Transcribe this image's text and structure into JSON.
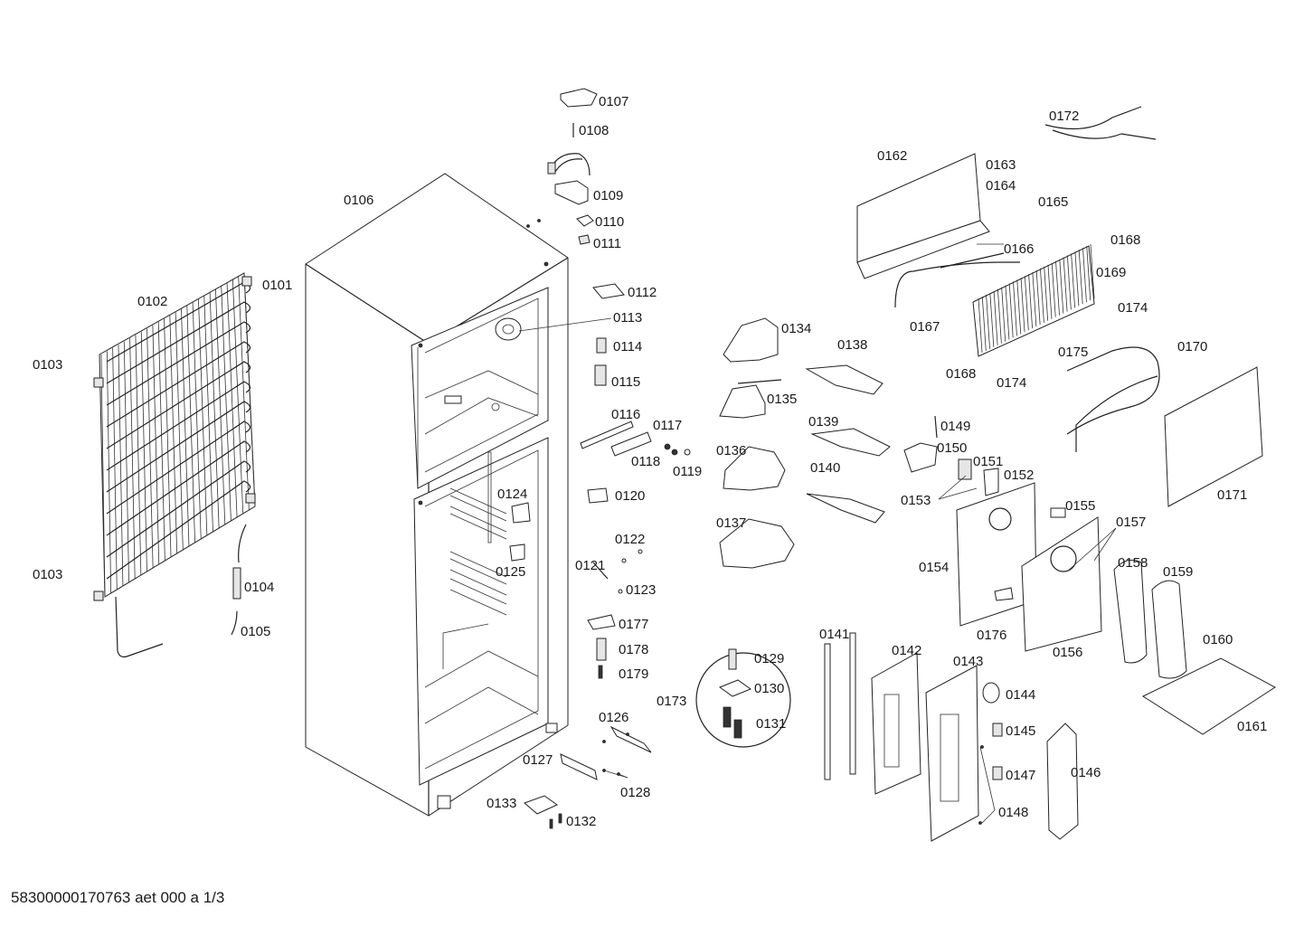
{
  "footer": {
    "document_id": "58300000170763 aet 000 a 1/3"
  },
  "labels": {
    "p0101": "0101",
    "p0102": "0102",
    "p0103a": "0103",
    "p0103b": "0103",
    "p0104": "0104",
    "p0105": "0105",
    "p0106": "0106",
    "p0107": "0107",
    "p0108": "0108",
    "p0109": "0109",
    "p0110": "0110",
    "p0111": "0111",
    "p0112": "0112",
    "p0113": "0113",
    "p0114": "0114",
    "p0115": "0115",
    "p0116": "0116",
    "p0117": "0117",
    "p0118": "0118",
    "p0119": "0119",
    "p0120": "0120",
    "p0121": "0121",
    "p0122": "0122",
    "p0123": "0123",
    "p0124": "0124",
    "p0125": "0125",
    "p0126": "0126",
    "p0127": "0127",
    "p0128": "0128",
    "p0129": "0129",
    "p0130": "0130",
    "p0131": "0131",
    "p0132": "0132",
    "p0133": "0133",
    "p0134": "0134",
    "p0135": "0135",
    "p0136": "0136",
    "p0137": "0137",
    "p0138": "0138",
    "p0139": "0139",
    "p0140": "0140",
    "p0141": "0141",
    "p0142": "0142",
    "p0143": "0143",
    "p0144": "0144",
    "p0145": "0145",
    "p0146": "0146",
    "p0147": "0147",
    "p0148": "0148",
    "p0149": "0149",
    "p0150": "0150",
    "p0151": "0151",
    "p0152": "0152",
    "p0153": "0153",
    "p0154": "0154",
    "p0155": "0155",
    "p0156": "0156",
    "p0157": "0157",
    "p0158": "0158",
    "p0159": "0159",
    "p0160": "0160",
    "p0161": "0161",
    "p0162": "0162",
    "p0163": "0163",
    "p0164": "0164",
    "p0165": "0165",
    "p0166": "0166",
    "p0167": "0167",
    "p0168a": "0168",
    "p0168b": "0168",
    "p0169": "0169",
    "p0170": "0170",
    "p0171": "0171",
    "p0172": "0172",
    "p0173": "0173",
    "p0174a": "0174",
    "p0174b": "0174",
    "p0175": "0175",
    "p0176": "0176",
    "p0177": "0177",
    "p0178": "0178",
    "p0179": "0179"
  }
}
